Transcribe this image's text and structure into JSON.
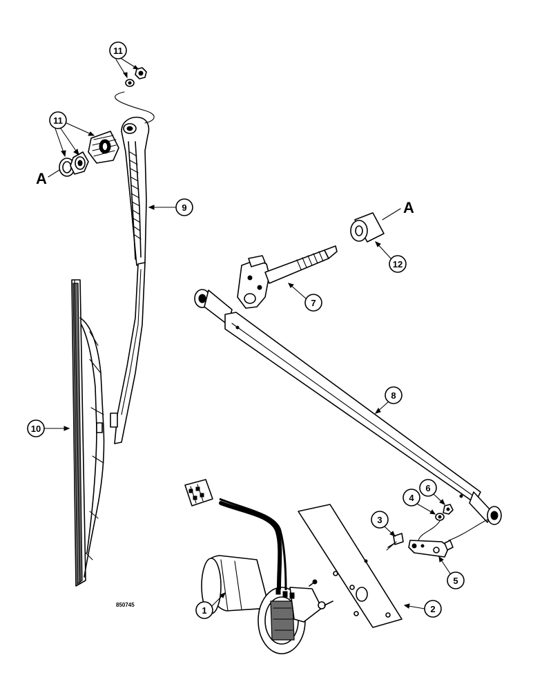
{
  "diagram": {
    "figure_number": "850745",
    "parts": [
      {
        "label": "1",
        "name": "wiper motor"
      },
      {
        "label": "2",
        "name": "mounting plate"
      },
      {
        "label": "3",
        "name": "screw"
      },
      {
        "label": "4",
        "name": "washer"
      },
      {
        "label": "5",
        "name": "crank"
      },
      {
        "label": "6",
        "name": "nut"
      },
      {
        "label": "7",
        "name": "pivot shaft"
      },
      {
        "label": "8",
        "name": "link"
      },
      {
        "label": "9",
        "name": "wiper arm"
      },
      {
        "label": "10",
        "name": "wiper blade"
      },
      {
        "label": "11",
        "name": "nut and washer"
      },
      {
        "label": "11",
        "name": "seal, nut and washer"
      },
      {
        "label": "12",
        "name": "spacer"
      }
    ],
    "ref_letters": [
      "A",
      "A"
    ]
  }
}
